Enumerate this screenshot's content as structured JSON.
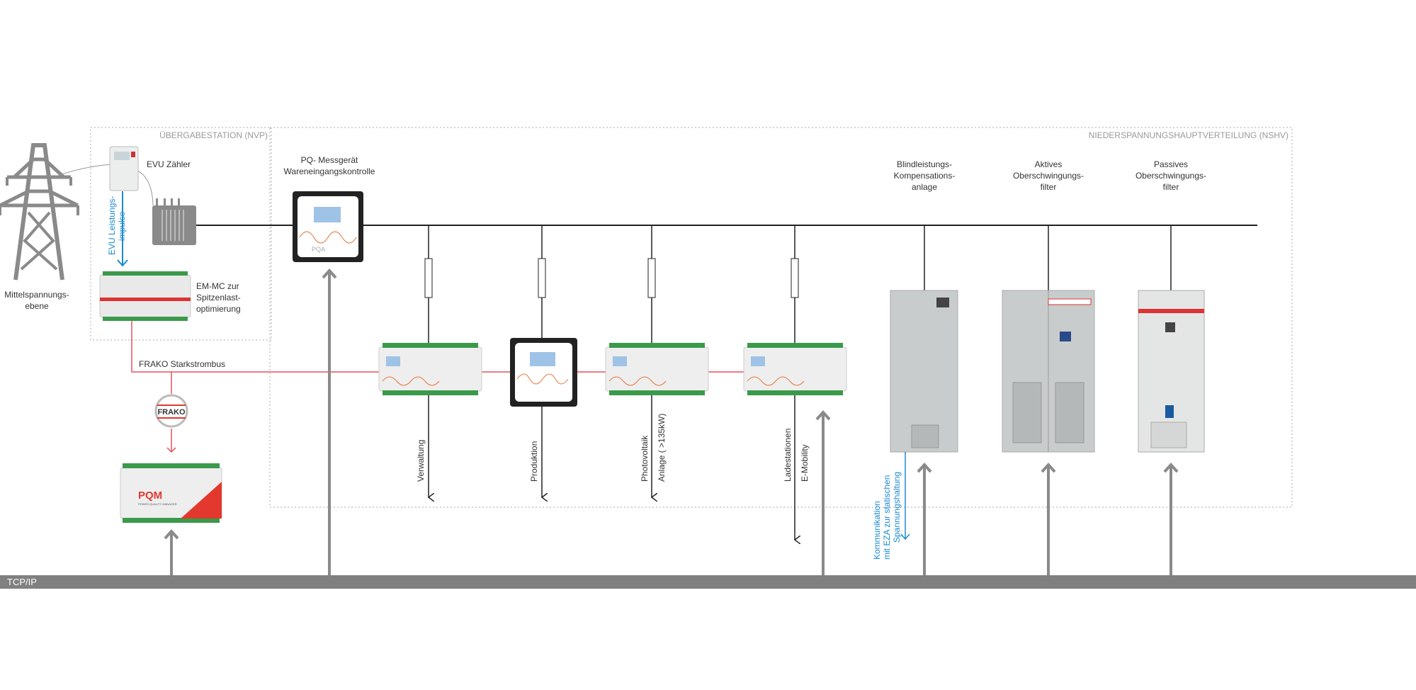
{
  "sections": {
    "nvp_title": "ÜBERGABESTATION (NVP)",
    "nshv_title": "NIEDERSPANNUNGSHAUPTVERTEILUNG (NSHV)"
  },
  "grid": {
    "line1": "Mittelspannungs-",
    "line2": "ebene"
  },
  "meter": {
    "label": "EVU Zähler"
  },
  "pulses": {
    "line1": "EVU Leistungs-",
    "line2": "impulse"
  },
  "emmc": {
    "line1": "EM-MC zur",
    "line2": "Spitzenlast-",
    "line3": "optimierung"
  },
  "bus": {
    "label": "FRAKO Starkstrombus",
    "logo": "FRAKO"
  },
  "pqm": {
    "name": "PQM",
    "sub": "POWER QUALITY MANAGER"
  },
  "pq_meter": {
    "line1": "PQ- Messgerät",
    "line2": "Wareneingangskontrolle",
    "name": "PQA"
  },
  "branches": [
    {
      "line1": "Verwaltung",
      "line2": ""
    },
    {
      "line1": "Produktion",
      "line2": ""
    },
    {
      "line1": "Photovoltaik",
      "line2": "Anlage ( >135kW)"
    },
    {
      "line1": "Ladestationen",
      "line2": "E-Mobility"
    }
  ],
  "cabinets": [
    {
      "line1": "Blindleistungs-",
      "line2": "Kompensations-",
      "line3": "anlage"
    },
    {
      "line1": "Aktives",
      "line2": "Oberschwingungs-",
      "line3": "filter"
    },
    {
      "line1": "Passives",
      "line2": "Oberschwingungs-",
      "line3": "filter"
    }
  ],
  "communication": {
    "line1": "Kommunikation",
    "line2": "mit EZA zur statischen",
    "line3": "Spannungshaltung"
  },
  "network": {
    "label": "TCP/IP"
  },
  "colors": {
    "bus_red": "#e8505b",
    "pulse_blue": "#1a8ad0",
    "network_gray": "#808080",
    "frako_red": "#e2382e"
  }
}
